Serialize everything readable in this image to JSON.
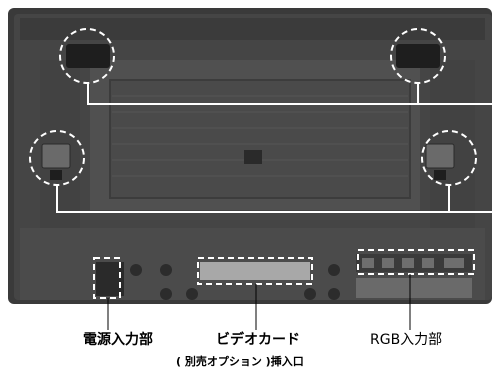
{
  "labels": {
    "power_input": "電源入力部",
    "video_card": "ビデオカード",
    "video_card_sub": "( 別売オプション )挿入口",
    "rgb_input": "RGB入力部"
  },
  "colors": {
    "panel_frame": "#3c3c3c",
    "panel_inner": "#4d4d4d",
    "callout_line": "#ffffff",
    "label_text": "#000000"
  }
}
